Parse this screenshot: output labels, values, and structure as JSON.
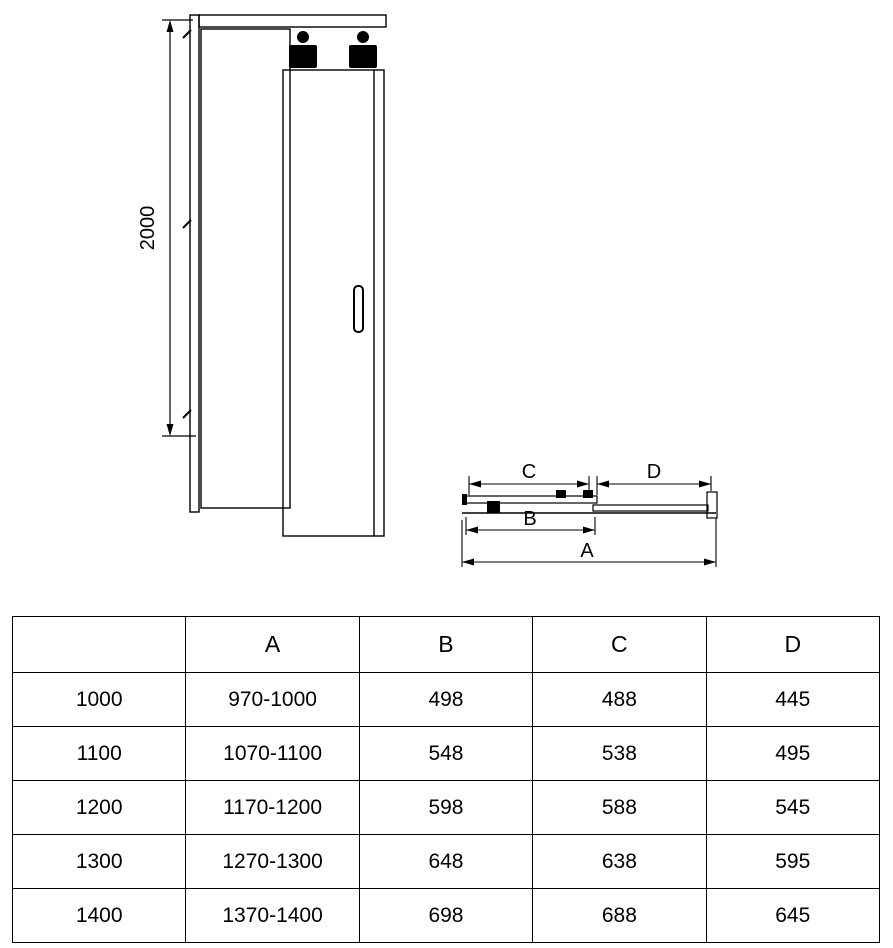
{
  "page": {
    "background_color": "#ffffff",
    "line_color": "#000000"
  },
  "elevation": {
    "height_dim_label": "2000"
  },
  "plan": {
    "dim_labels": {
      "c": "C",
      "d": "D",
      "b": "B",
      "a": "A"
    }
  },
  "table": {
    "headers": [
      "",
      "A",
      "B",
      "C",
      "D"
    ],
    "rows": [
      [
        "1000",
        "970-1000",
        "498",
        "488",
        "445"
      ],
      [
        "1100",
        "1070-1100",
        "548",
        "538",
        "495"
      ],
      [
        "1200",
        "1170-1200",
        "598",
        "588",
        "545"
      ],
      [
        "1300",
        "1270-1300",
        "648",
        "638",
        "595"
      ],
      [
        "1400",
        "1370-1400",
        "698",
        "688",
        "645"
      ]
    ]
  }
}
